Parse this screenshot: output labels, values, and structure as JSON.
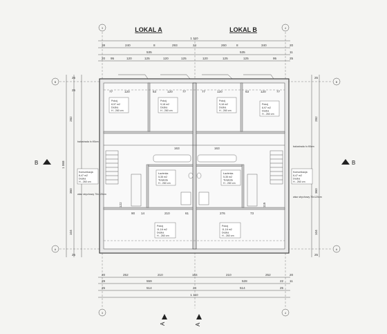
{
  "titles": {
    "left": "LOKAL A",
    "right": "LOKAL B"
  },
  "axis_labels": {
    "top_left": "3",
    "top_right": "4",
    "bottom_left": "3",
    "bottom_right": "4",
    "left_top": "B",
    "left_bottom": "A",
    "right_top": "B",
    "right_bottom": "A"
  },
  "section_markers": {
    "left": "B",
    "right": "B",
    "bottom": "A",
    "bottom2": "A"
  },
  "top_dims": {
    "total": "1 110",
    "row1": [
      "38",
      "240",
      "8",
      "293",
      "24",
      "260",
      "8",
      "340"
    ],
    "row2": [
      "535",
      "535"
    ],
    "row3": [
      "20",
      "95",
      "120",
      "125",
      "120",
      "125",
      "120",
      "125",
      "125",
      "95"
    ],
    "side": [
      "20",
      "11",
      "25"
    ]
  },
  "bottom_dims": {
    "row1": [
      "20",
      "252",
      "210",
      "164",
      "210",
      "252"
    ],
    "row2": [
      "29",
      "559",
      "528",
      "22"
    ],
    "row3": [
      "25",
      "514",
      "24",
      "514",
      "25"
    ],
    "total": "1 110",
    "side": [
      "20",
      "11"
    ]
  },
  "left_dims": [
    "25",
    "25",
    "282",
    "360",
    "1 068",
    "104",
    "25"
  ],
  "right_dims": [
    "25",
    "282",
    "360",
    "104",
    "25"
  ],
  "interior_dims": {
    "left_top": [
      "77",
      "120",
      "63",
      "120",
      "77"
    ],
    "right_top": [
      "77",
      "120",
      "63",
      "120",
      "77"
    ],
    "left_bottom": [
      "90",
      "14",
      "210",
      "61"
    ],
    "right_bottom": [
      "276",
      "73"
    ],
    "mid": [
      "163",
      "163",
      "122",
      "115"
    ]
  },
  "rooms": [
    {
      "name": "Pokój",
      "area": "8,97 m2",
      "floor": "Deska",
      "h": "H - 260 cm"
    },
    {
      "name": "Pokój",
      "area": "9,18 m2",
      "floor": "Deska",
      "h": "H - 260 cm"
    },
    {
      "name": "Pokój",
      "area": "9,18 m2",
      "floor": "Deska",
      "h": "H - 260 cm"
    },
    {
      "name": "Pokój",
      "area": "8,97 m2",
      "floor": "Deska",
      "h": "H - 260 cm"
    },
    {
      "name": "Komunikacja",
      "area": "8,47 m2",
      "floor": "Deska",
      "h": "H - 260 cm"
    },
    {
      "name": "Łazienka",
      "area": "5,35 m2",
      "floor": "Terakota",
      "h": "H - 260 cm"
    },
    {
      "name": "Łazienka",
      "area": "5,35 m2",
      "floor": "Terakota",
      "h": "H - 260 cm"
    },
    {
      "name": "Komunikacja",
      "area": "8,47 m2",
      "floor": "Deska",
      "h": "H - 260 cm"
    },
    {
      "name": "Pokój",
      "area": "11,18 m2",
      "floor": "Deska",
      "h": "H - 260 cm"
    },
    {
      "name": "Pokój",
      "area": "11,18 m2",
      "floor": "Deska",
      "h": "H - 260 cm"
    }
  ],
  "notes": {
    "balustrada_left": "balustrada h=90cm",
    "balustrada_right": "balustrada h=90cm",
    "wlaz_left": "właz strychowy 70x120cm",
    "wlaz_right": "właz strychowy 70x120cm"
  }
}
